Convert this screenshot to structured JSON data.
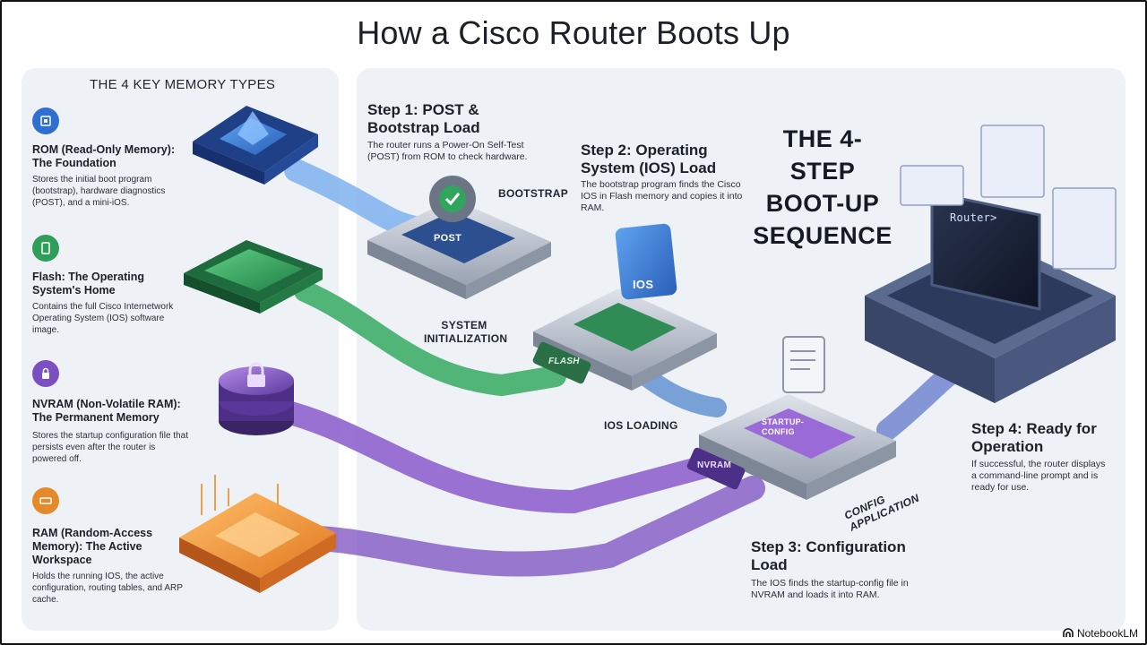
{
  "title": "How a Cisco Router Boots Up",
  "memory_panel": {
    "heading": "THE 4 KEY MEMORY TYPES",
    "items": [
      {
        "icon": "chip-icon",
        "color": "#2f6fd1",
        "title": "ROM (Read-Only Memory): The Foundation",
        "description": "Stores the initial boot program (bootstrap), hardware diagnostics (POST), and a mini-iOS."
      },
      {
        "icon": "flash-card-icon",
        "color": "#2f9e5a",
        "title": "Flash: The Operating System's Home",
        "description": "Contains the full Cisco Internetwork Operating System (IOS) software image."
      },
      {
        "icon": "lock-icon",
        "color": "#7b4fc2",
        "title": "NVRAM (Non-Volatile RAM): The Permanent Memory",
        "description": "Stores the startup configuration file that persists even after the router is powered off."
      },
      {
        "icon": "ram-icon",
        "color": "#e58a2a",
        "title": "RAM (Random-Access Memory): The Active Workspace",
        "description": "Holds the running IOS, the active configuration, routing tables, and ARP cache."
      }
    ]
  },
  "sequence_title": "THE 4-STEP BOOT-UP SEQUENCE",
  "steps": [
    {
      "title": "Step 1: POST & Bootstrap Load",
      "description": "The router runs a Power-On Self-Test (POST) from ROM to check hardware."
    },
    {
      "title": "Step 2: Operating System (IOS) Load",
      "description": "The bootstrap program finds the Cisco IOS in Flash memory and copies it into RAM."
    },
    {
      "title": "Step 3: Configuration Load",
      "description": "The IOS finds the startup-config file in NVRAM and loads it into RAM."
    },
    {
      "title": "Step 4: Ready for Operation",
      "description": "If successful, the router displays a command-line prompt and is ready for use."
    }
  ],
  "diagram_labels": {
    "bootstrap": "BOOTSTRAP",
    "post": "POST",
    "system_init": "SYSTEM INITIALIZATION",
    "ios": "IOS",
    "flash": "FLASH",
    "ios_loading": "IOS LOADING",
    "startup_config": "STARTUP-CONFIG",
    "nvram": "NVRAM",
    "config_application": "CONFIG APPLICATION",
    "router_prompt": "Router>"
  },
  "brand": "NotebookLM"
}
